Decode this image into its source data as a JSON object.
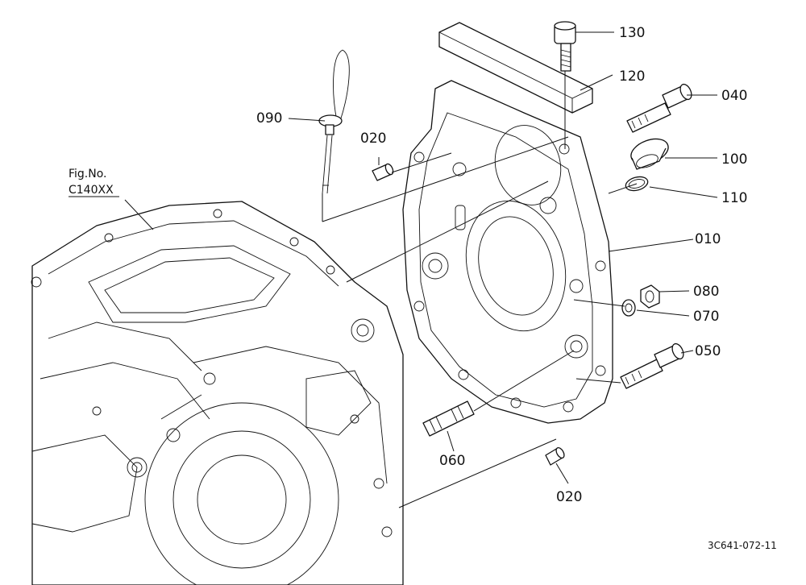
{
  "diagram": {
    "fig_ref_line1": "Fig.No.",
    "fig_ref_line2": "C140XX",
    "drawing_code": "3C641-072-11",
    "callouts": [
      {
        "id": "130",
        "label": "130"
      },
      {
        "id": "120",
        "label": "120"
      },
      {
        "id": "040",
        "label": "040"
      },
      {
        "id": "090",
        "label": "090"
      },
      {
        "id": "020a",
        "label": "020"
      },
      {
        "id": "100",
        "label": "100"
      },
      {
        "id": "110",
        "label": "110"
      },
      {
        "id": "010",
        "label": "010"
      },
      {
        "id": "080",
        "label": "080"
      },
      {
        "id": "070",
        "label": "070"
      },
      {
        "id": "050",
        "label": "050"
      },
      {
        "id": "060",
        "label": "060"
      },
      {
        "id": "020b",
        "label": "020"
      }
    ]
  }
}
